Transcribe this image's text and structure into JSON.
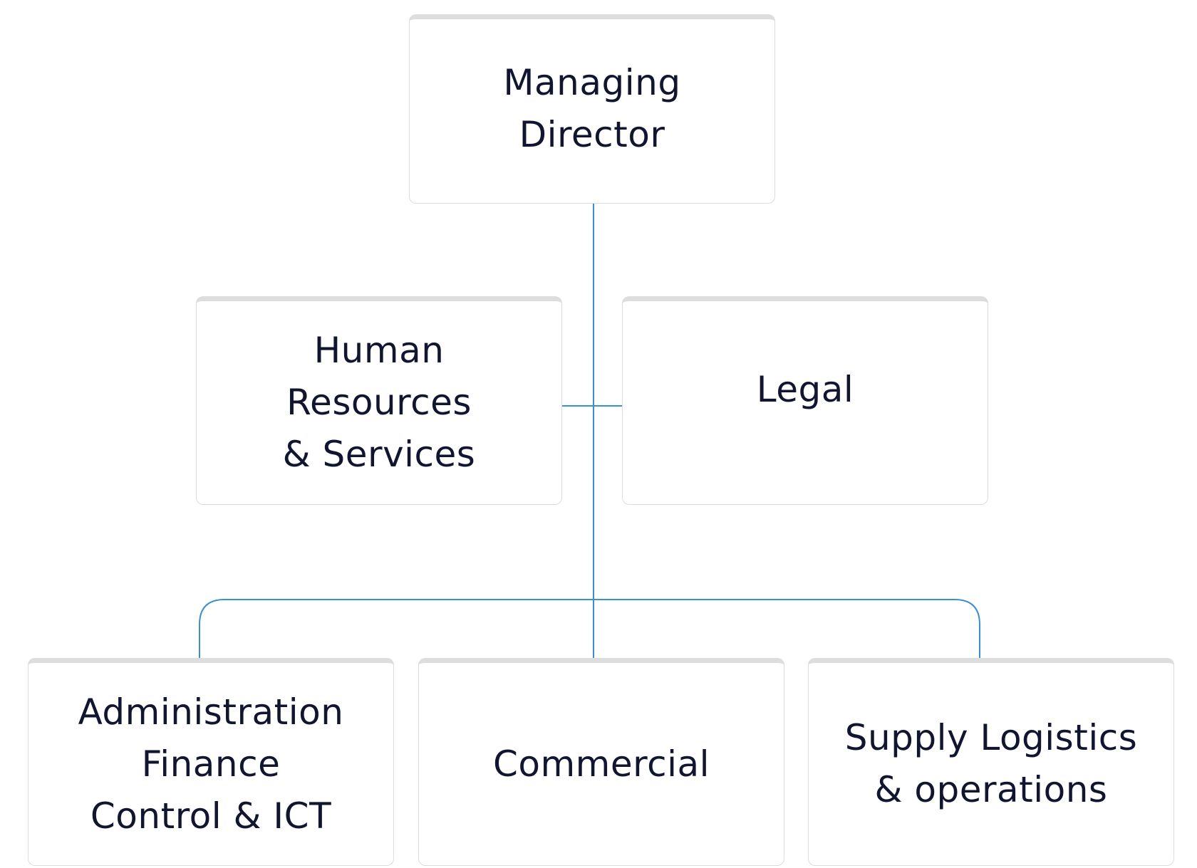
{
  "nodes": {
    "managing_director": "Managing\nDirector",
    "human_resources": "Human\nResources\n& Services",
    "legal": "Legal",
    "administration": "Administration\nFinance\nControl & ICT",
    "commercial": "Commercial",
    "supply": "Supply Logistics\n& operations"
  },
  "colors": {
    "connector": "#3a8fd0",
    "text": "#111530",
    "box_border": "#dcdcdc"
  }
}
